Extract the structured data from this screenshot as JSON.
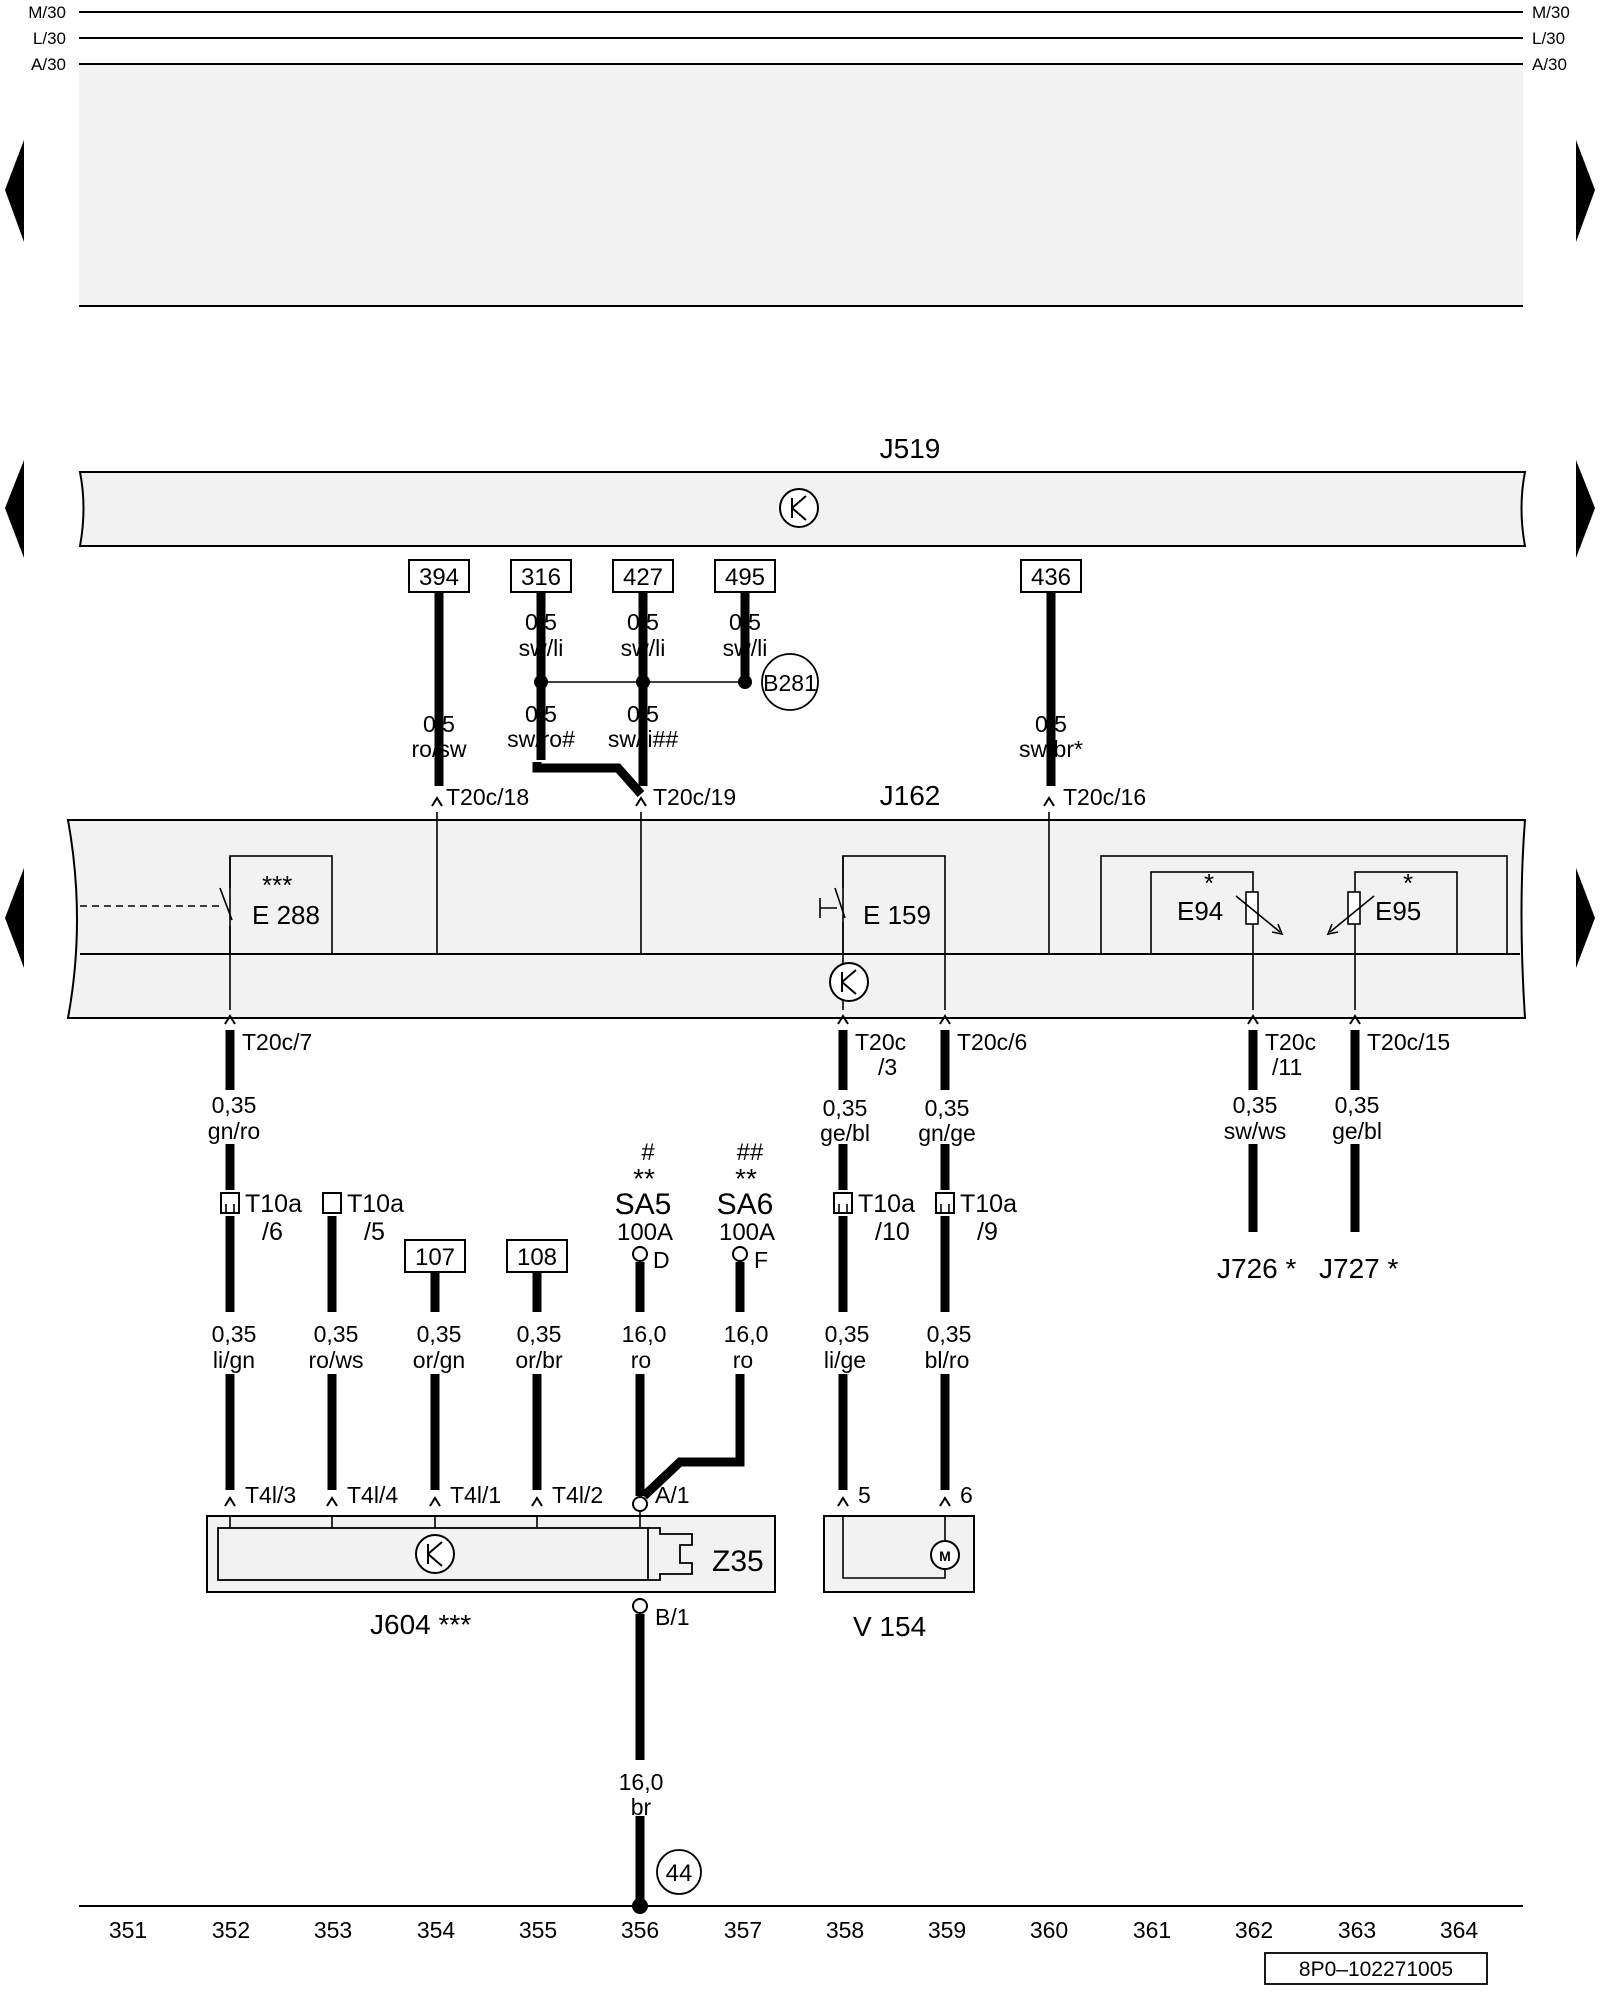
{
  "rails": {
    "left": [
      "M/30",
      "L/30",
      "A/30"
    ],
    "right": [
      "M/30",
      "L/30",
      "A/30"
    ]
  },
  "components": {
    "j519": "J519",
    "j162": "J162",
    "j604": "J604 ***",
    "z35": "Z35",
    "v154": "V 154",
    "e288": "E 288",
    "e288_mark": "***",
    "e159": "E 159",
    "e94": "E94",
    "e94_mark": "*",
    "e95": "E95",
    "e95_mark": "*",
    "j726": "J726 *",
    "j727": "J727 *",
    "b281": "B281",
    "ground": "44"
  },
  "ref_boxes": [
    "394",
    "316",
    "427",
    "495",
    "436",
    "107",
    "108"
  ],
  "connectors": {
    "t18": "T20c/18",
    "t19": "T20c/19",
    "t16": "T20c/16",
    "t7": "T20c/7",
    "t3a": "T20c",
    "t3b": "/3",
    "t6": "T20c/6",
    "t11a": "T20c",
    "t11b": "/11",
    "t15": "T20c/15",
    "t10a6a": "T10a",
    "t10a6b": "/6",
    "t10a5a": "T10a",
    "t10a5b": "/5",
    "t10a10a": "T10a",
    "t10a10b": "/10",
    "t10a9a": "T10a",
    "t10a9b": "/9",
    "t4l3": "T4l/3",
    "t4l4": "T4l/4",
    "t4l1": "T4l/1",
    "t4l2": "T4l/2",
    "a1": "A/1",
    "b1": "B/1",
    "p5": "5",
    "p6": "6",
    "d": "D",
    "f": "F"
  },
  "fuses": {
    "sa5_mark1": "#",
    "sa5_mark2": "**",
    "sa5": "SA5",
    "sa5_rating": "100A",
    "sa6_mark1": "##",
    "sa6_mark2": "**",
    "sa6": "SA6",
    "sa6_rating": "100A"
  },
  "wires": {
    "w394": [
      "0,5",
      "ro/sw"
    ],
    "w316": [
      "0,5",
      "sw/li"
    ],
    "w427": [
      "0,5",
      "sw/li"
    ],
    "w495": [
      "0,5",
      "sw/li"
    ],
    "w316b": [
      "0,5",
      "sw/ro#"
    ],
    "w427b": [
      "0,5",
      "sw/li##"
    ],
    "w436": [
      "0,5",
      "sw/br*"
    ],
    "w352a": [
      "0,35",
      "gn/ro"
    ],
    "w358a": [
      "0,35",
      "ge/bl"
    ],
    "w359a": [
      "0,35",
      "gn/ge"
    ],
    "w362": [
      "0,35",
      "sw/ws"
    ],
    "w363": [
      "0,35",
      "ge/bl"
    ],
    "w352b": [
      "0,35",
      "li/gn"
    ],
    "w353": [
      "0,35",
      "ro/ws"
    ],
    "w354": [
      "0,35",
      "or/gn"
    ],
    "w355": [
      "0,35",
      "or/br"
    ],
    "w356a": [
      "16,0",
      "ro"
    ],
    "w357": [
      "16,0",
      "ro"
    ],
    "w358b": [
      "0,35",
      "li/ge"
    ],
    "w359b": [
      "0,35",
      "bl/ro"
    ],
    "w356b": [
      "16,0",
      "br"
    ]
  },
  "columns": [
    "351",
    "352",
    "353",
    "354",
    "355",
    "356",
    "357",
    "358",
    "359",
    "360",
    "361",
    "362",
    "363",
    "364"
  ],
  "doc_id": "8P0–102271005"
}
